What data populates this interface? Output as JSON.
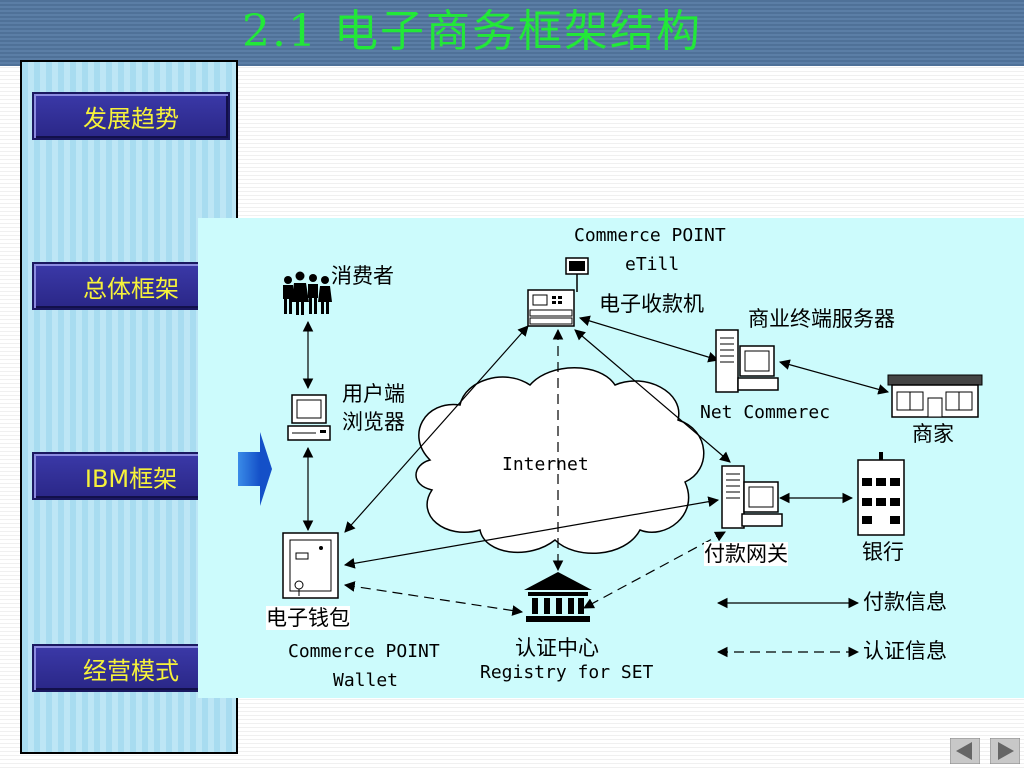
{
  "title": "2.1  电子商务框架结构",
  "nav": {
    "items": [
      "发展趋势",
      "总体框架",
      "IBM框架",
      "经营模式"
    ]
  },
  "diagram": {
    "consumer": "消费者",
    "browser_line1": "用户端",
    "browser_line2": "浏览器",
    "wallet": "电子钱包",
    "wallet_product_line1": "Commerce POINT",
    "wallet_product_line2": "Wallet",
    "etill_product_line1": "Commerce POINT",
    "etill_product_line2": "eTill",
    "etill": "电子收款机",
    "merchant_server": "商业终端服务器",
    "net_commerce": "Net Commerec",
    "merchant": "商家",
    "internet": "Internet",
    "payment_gateway": "付款网关",
    "bank": "银行",
    "ca_line1": "认证中心",
    "ca_line2": "Registry for SET",
    "legend_payment": "付款信息",
    "legend_auth": "认证信息"
  },
  "colors": {
    "title": "#22e838",
    "nav_text": "#f6f23a",
    "nav_bg": "#2f2c96",
    "panel_bg": "#ccfbfc",
    "header_bg": "#5576a0"
  }
}
